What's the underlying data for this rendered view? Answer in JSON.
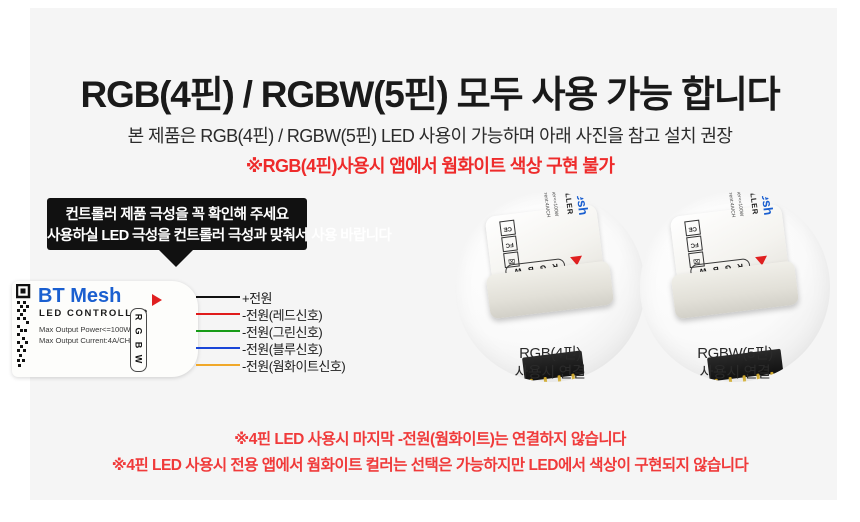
{
  "header": {
    "headline": "RGB(4핀) / RGBW(5핀) 모두 사용 가능 합니다",
    "subline_1": "본 제품은 RGB(4핀) / RGBW(5핀) LED 사용이 가능하며 아래 사진을 참고 설치 권장",
    "subline_2": "※RGB(4핀)사용시 앱에서 웜화이트 색상 구현 불가",
    "headline_color": "#1a1a1a",
    "subline_2_color": "#ee2b2b"
  },
  "banner": {
    "line_1": "컨트롤러 제품 극성을 꼭 확인해 주세요",
    "line_2": "사용하실 LED 극성을 컨트롤러 극성과 맞춰서 사용 바랍니다",
    "background": "#111111",
    "text_color": "#ffffff"
  },
  "controller": {
    "brand": "BT Mesh",
    "subtitle": "LED CONTROLLER",
    "spec_1": "Max Output Power<=100W",
    "spec_2": "Max Output Current:4A/CH",
    "brand_color": "#1a5fd0",
    "marker_color": "#e02020",
    "channel_labels": [
      "R",
      "G",
      "B",
      "W"
    ]
  },
  "wires": [
    {
      "label": "+전원",
      "color": "#111111"
    },
    {
      "label": "-전원(레드신호)",
      "color": "#e01b1b"
    },
    {
      "label": "-전원(그린신호)",
      "color": "#179b17"
    },
    {
      "label": "-전원(블루신호)",
      "color": "#1a46d8"
    },
    {
      "label": "-전원(웜화이트신호)",
      "color": "#f0a82a"
    }
  ],
  "photos": [
    {
      "caption_line_1": "RGB(4핀)",
      "caption_line_2": "사용시 연결",
      "pin_count": 4,
      "device_brand": "Mesh",
      "device_subtitle": "CONTROLLER",
      "device_spec_1": "Max Output Power<=100W",
      "device_spec_2": "Max Output Current:4A/CH",
      "device_channels": "R G B W"
    },
    {
      "caption_line_1": "RGBW(5핀)",
      "caption_line_2": "사용시 연결",
      "pin_count": 5,
      "device_brand": "Mesh",
      "device_subtitle": "CONTROLLER",
      "device_spec_1": "Max Output Power<=100W",
      "device_spec_2": "Max Output Current:4A/CH",
      "device_channels": "R G B W"
    }
  ],
  "footer": {
    "warning_1": "※4핀 LED 사용시 마지막 -전원(웜화이트)는 연결하지 않습니다",
    "warning_2": "※4핀 LED 사용시 전용 앱에서 웜화이트 컬러는 선택은 가능하지만 LED에서 색상이 구현되지 않습니다",
    "color": "#f03a3a"
  },
  "frame": {
    "border_color": "#a8a8a8",
    "panel_color": "#f5f5f5"
  }
}
